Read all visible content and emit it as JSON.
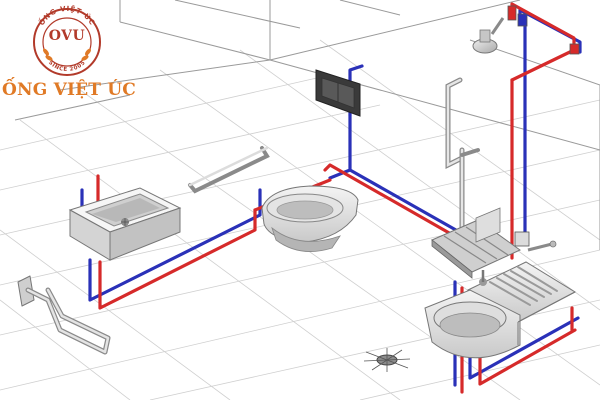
{
  "brand": {
    "seal_top_text": "ỐNG VIỆT ÚC",
    "seal_center_text": "OVU",
    "seal_bottom_text": "SINCE 2005",
    "name": "ỐNG VIỆT ÚC",
    "primary_color": "#b23a2a",
    "accent_color": "#e07a26"
  },
  "pipes": {
    "hot_color": "#d62a2a",
    "cold_color": "#2a31b8"
  },
  "fixtures": [
    "washbasin",
    "wall-hung-toilet",
    "shower-head",
    "fold-down-shower-seat",
    "sink-with-drainboard",
    "floor-drain",
    "grab-bar"
  ]
}
